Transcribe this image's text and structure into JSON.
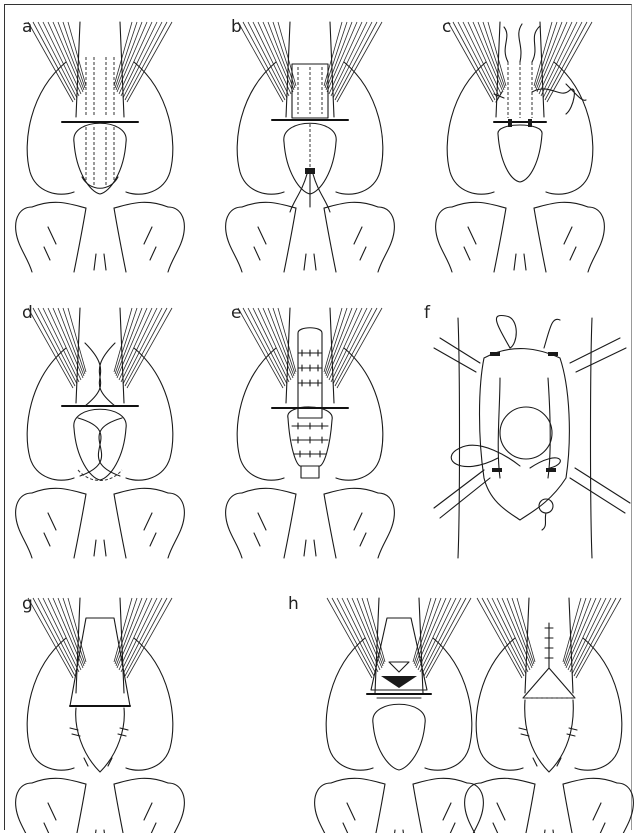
{
  "figure": {
    "panels": [
      {
        "id": "a",
        "label": "a"
      },
      {
        "id": "b",
        "label": "b"
      },
      {
        "id": "c",
        "label": "c"
      },
      {
        "id": "d",
        "label": "d"
      },
      {
        "id": "e",
        "label": "e"
      },
      {
        "id": "f",
        "label": "f"
      },
      {
        "id": "g",
        "label": "g"
      },
      {
        "id": "h",
        "label": "h"
      }
    ],
    "colors": {
      "ink": "#1a1a1a",
      "background": "#ffffff"
    }
  }
}
